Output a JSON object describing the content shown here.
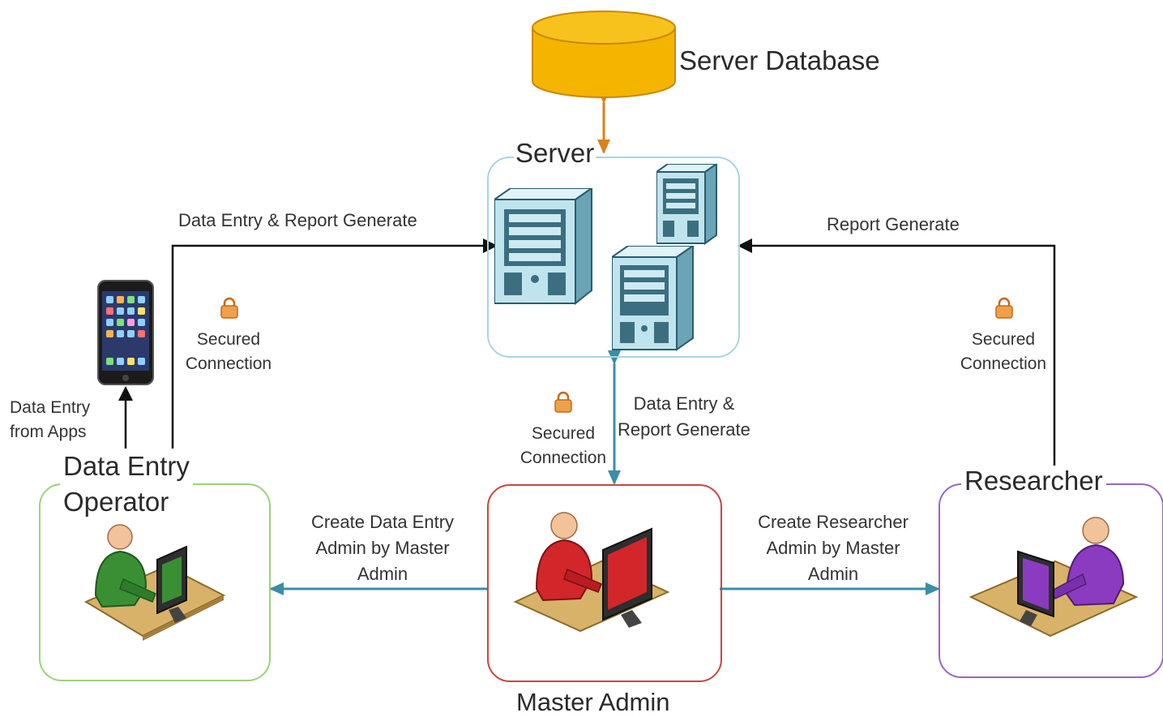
{
  "nodes": {
    "database": {
      "label": "Server Database"
    },
    "server": {
      "label": "Server"
    },
    "phone": {
      "label": ""
    },
    "data_entry_operator": {
      "label_line1": "Data Entry",
      "label_line2": "Operator"
    },
    "master_admin": {
      "label": "Master Admin"
    },
    "researcher": {
      "label": "Researcher"
    }
  },
  "edges": {
    "operator_server": {
      "label": "Data Entry & Report Generate"
    },
    "researcher_server": {
      "label": "Report Generate"
    },
    "admin_server": {
      "line1": "Data Entry &",
      "line2": "Report Generate"
    },
    "phone_operator": {
      "line1": "Data Entry",
      "line2": "from Apps"
    },
    "admin_operator": {
      "line1": "Create Data Entry",
      "line2": "Admin by Master",
      "line3": "Admin"
    },
    "admin_researcher": {
      "line1": "Create Researcher",
      "line2": "Admin by Master",
      "line3": "Admin"
    }
  },
  "security": {
    "left": {
      "line1": "Secured",
      "line2": "Connection"
    },
    "center": {
      "line1": "Secured",
      "line2": "Connection"
    },
    "right": {
      "line1": "Secured",
      "line2": "Connection"
    }
  },
  "colors": {
    "database_fill": "#f5b400",
    "database_edge": "#c78a00",
    "db_arrow": "#d9821b",
    "server_box": "#a8d4e2",
    "operator_box": "#9ed17a",
    "admin_box": "#c9463f",
    "researcher_box": "#9a66c6",
    "admin_arrow": "#3a8ea6",
    "operator_person": "#3a8f35",
    "admin_person": "#d2262b",
    "researcher_person": "#8a3bc0"
  }
}
